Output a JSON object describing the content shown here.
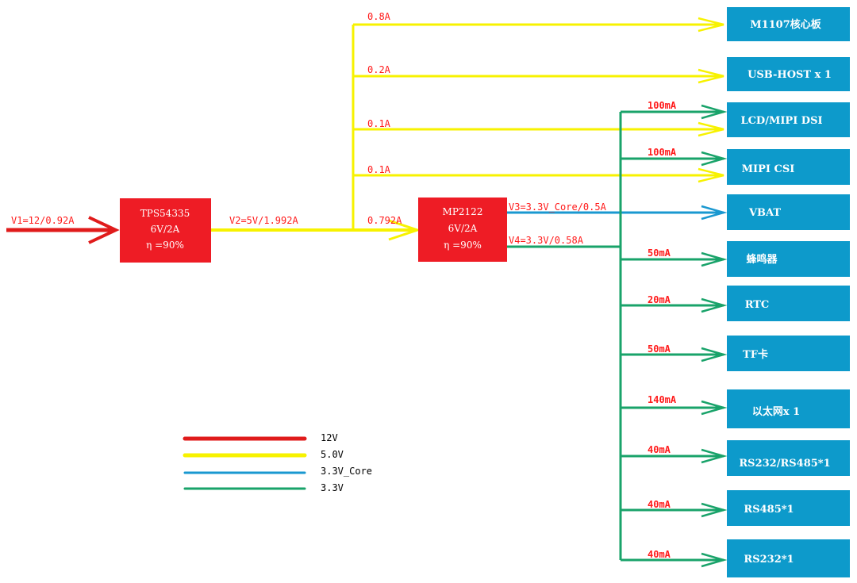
{
  "colors": {
    "v12": "#e01b1b",
    "v5": "#f7f200",
    "v33core": "#1a98d0",
    "v33": "#19a36a",
    "box": "#0d9acb",
    "regulator": "#ee1c25"
  },
  "input": {
    "label": "V1=12/0.92A"
  },
  "regulators": {
    "tps": {
      "name": "TPS54335",
      "rating": "6V/2A",
      "eff": "η =90%"
    },
    "mp": {
      "name": "MP2122",
      "rating": "6V/2A",
      "eff": "η =90%"
    }
  },
  "lines": {
    "v2": "V2=5V/1.992A",
    "to_mp": "0.792A",
    "v3": "V3=3.3V_Core/0.5A",
    "v4": "V4=3.3V/0.58A"
  },
  "five_volt_branches": [
    "0.8A",
    "0.2A",
    "0.1A",
    "0.1A"
  ],
  "loads": [
    {
      "label": "M1107核心板"
    },
    {
      "label": "USB-HOST x 1"
    },
    {
      "label": "LCD/MIPI DSI"
    },
    {
      "label": "MIPI CSI"
    },
    {
      "label": "VBAT"
    },
    {
      "label": "蜂鸣器"
    },
    {
      "label": "RTC"
    },
    {
      "label": "TF卡"
    },
    {
      "label": "以太网x 1"
    },
    {
      "label": "RS232/RS485*1"
    },
    {
      "label": "RS485*1"
    },
    {
      "label": "RS232*1"
    }
  ],
  "three_volt_branches": [
    "100mA",
    "100mA",
    "50mA",
    "20mA",
    "50mA",
    "140mA",
    "40mA",
    "40mA",
    "40mA"
  ],
  "legend": [
    {
      "label": "12V"
    },
    {
      "label": "5.0V"
    },
    {
      "label": "3.3V_Core"
    },
    {
      "label": "3.3V"
    }
  ]
}
